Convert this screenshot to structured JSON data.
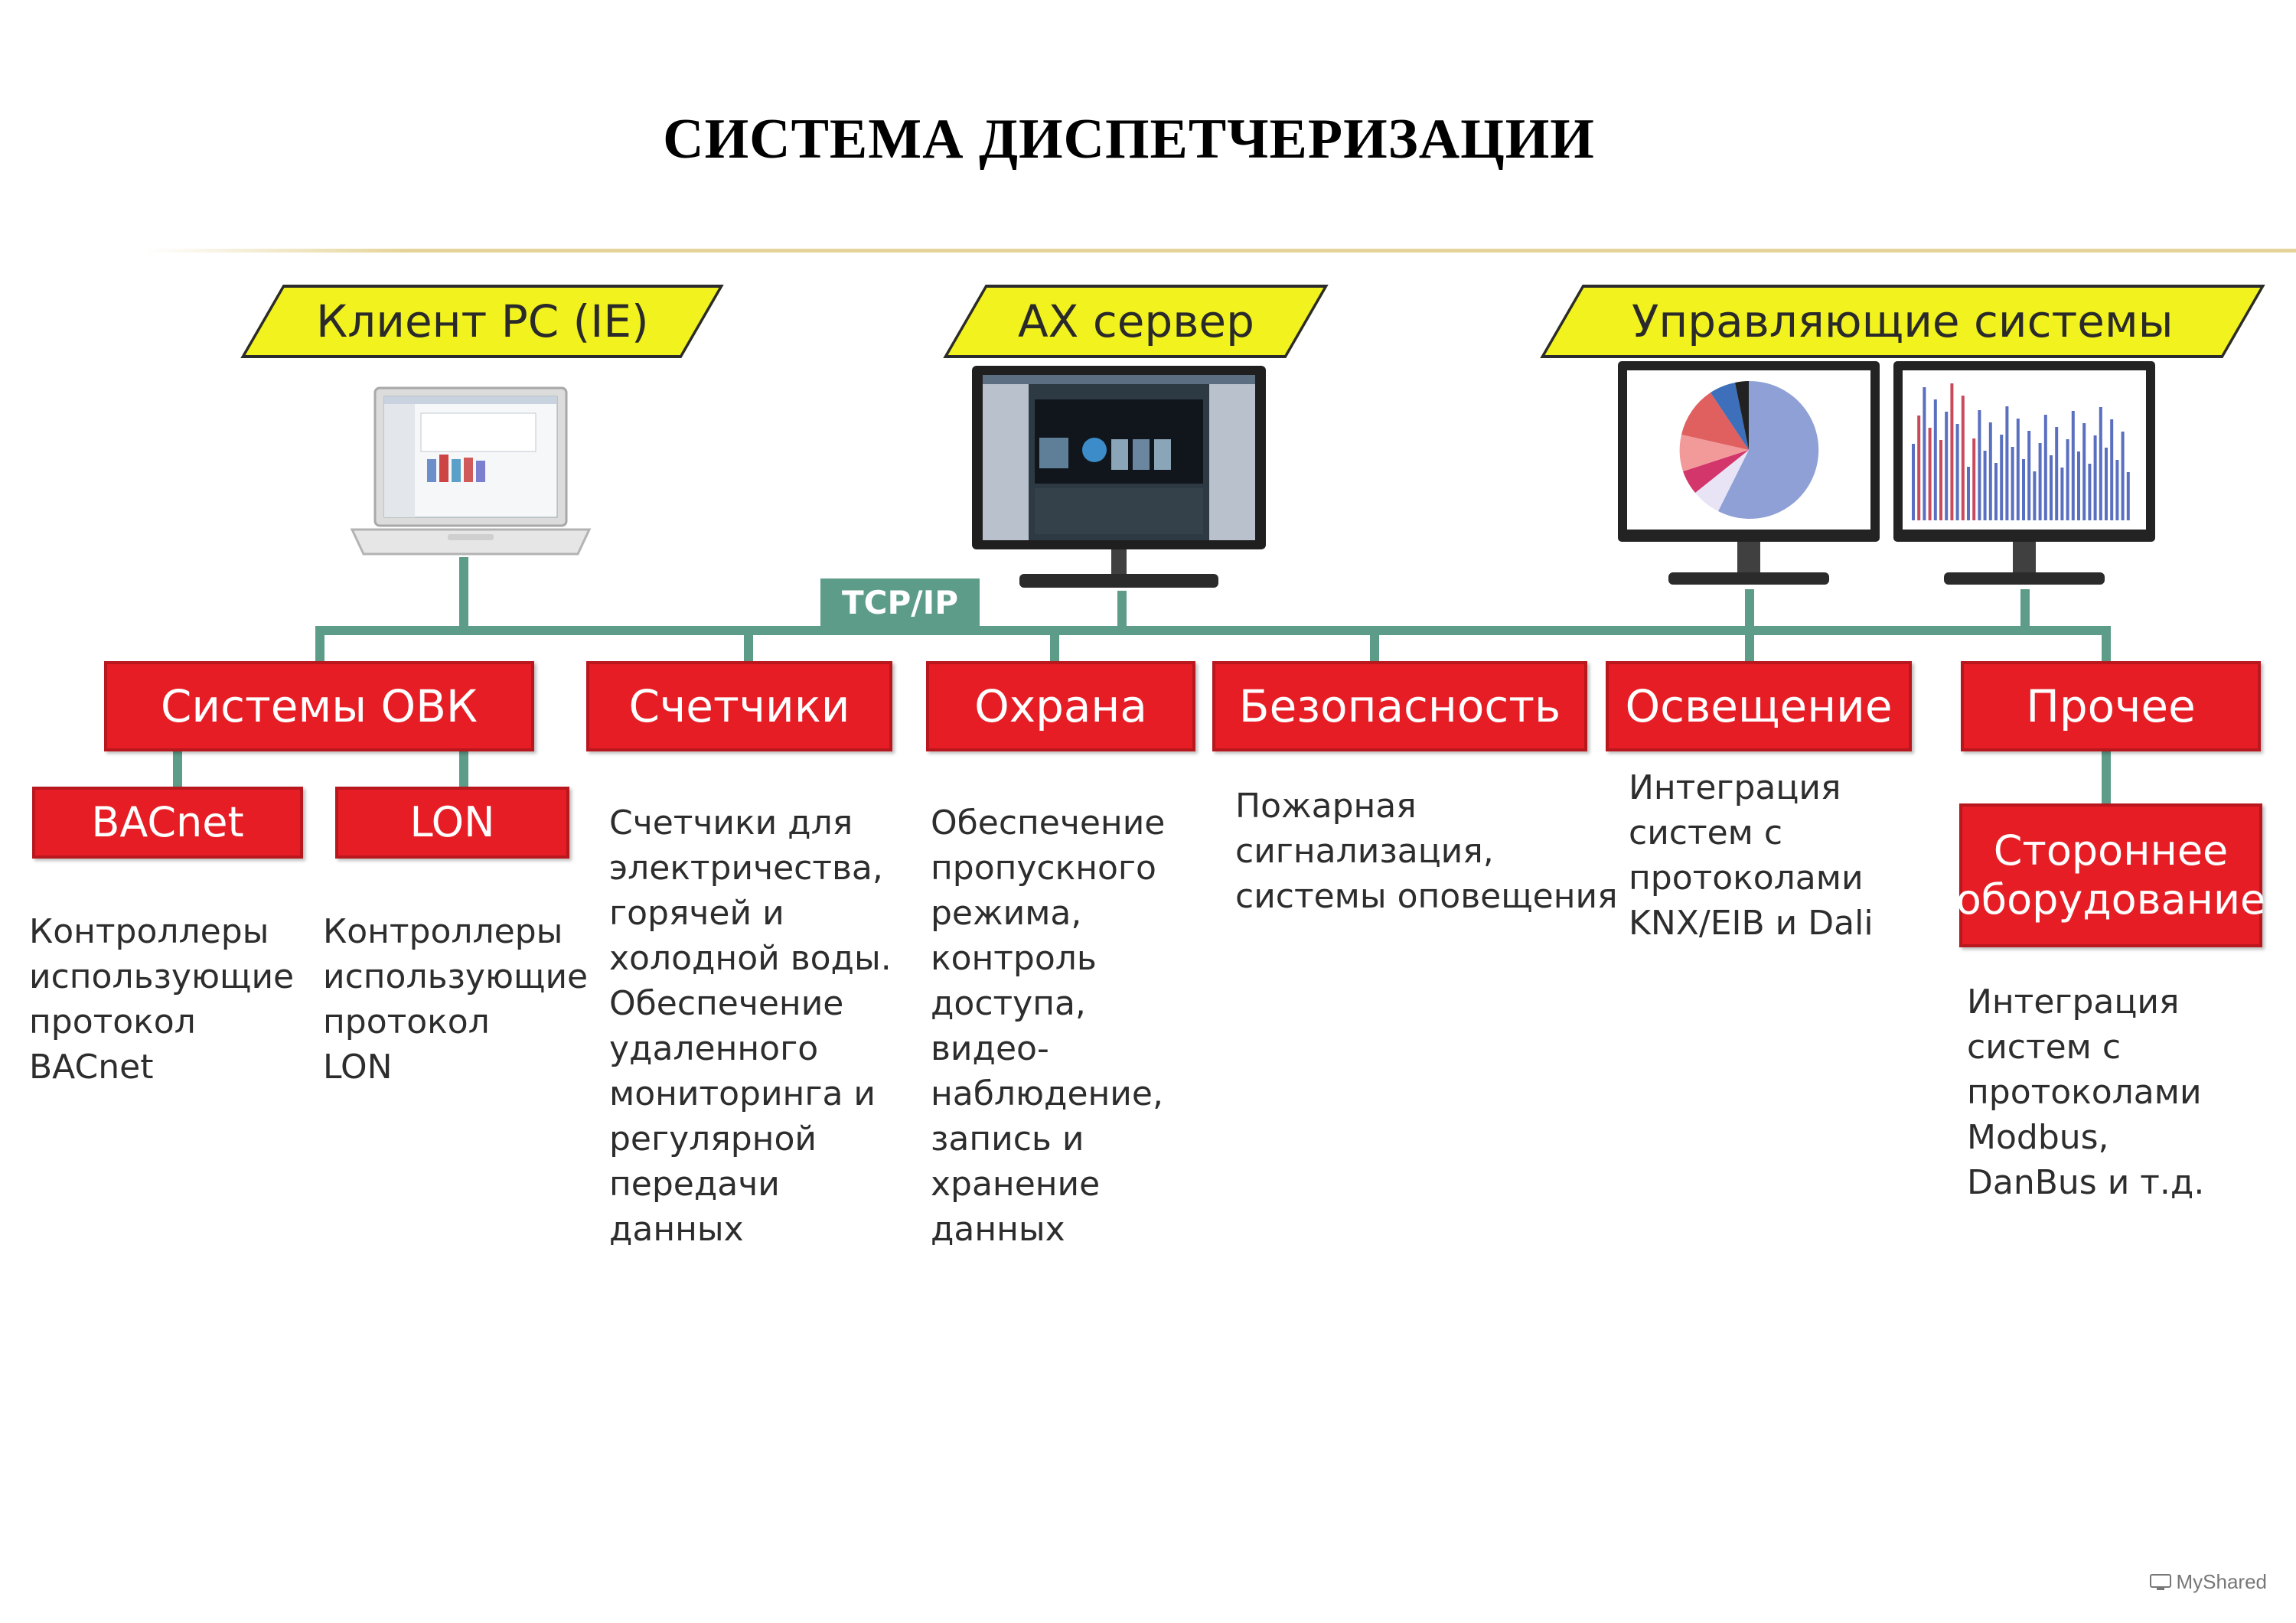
{
  "title": "СИСТЕМА ДИСПЕТЧЕРИЗАЦИИ",
  "top_labels": {
    "client": "Клиент PC (IE)",
    "server": "AX сервер",
    "control": "Управляющие системы"
  },
  "bus_label": "TCP/IP",
  "categories": {
    "hvac": "Системы ОВК",
    "meters": "Счетчики",
    "guard": "Охрана",
    "safety": "Безопасность",
    "lighting": "Освещение",
    "other": "Прочее"
  },
  "protocols": {
    "bacnet": "BACnet",
    "lon": "LON",
    "third_party": "Стороннее\nоборудование"
  },
  "descriptions": {
    "bacnet": "Контроллеры\nиспользующие\nпротокол\nBACnet",
    "lon": "Контроллеры\nиспользующие\nпротокол\nLON",
    "meters": "Счетчики для\nэлектричества,\nгорячей и\nхолодной воды.\nОбеспечение\nудаленного\nмониторинга и\nрегулярной\nпередачи\nданных",
    "guard": "Обеспечение\nпропускного\nрежима,\nконтроль\nдоступа,\nвидео-\nнаблюдение,\nзапись и\nхранение\nданных",
    "safety": "Пожарная\nсигнализация,\nсистемы оповещения",
    "lighting": "Интеграция\nсистем с\nпротоколами\nKNX/EIB и Dali",
    "third_party": "Интеграция\nсистем с\nпротоколами\nModbus,\nDanBus и т.д."
  },
  "watermark": "MyShared",
  "colors": {
    "accent_red": "#e61d25",
    "label_yellow": "#f1f21e",
    "bus_green": "#5e9c8a"
  }
}
